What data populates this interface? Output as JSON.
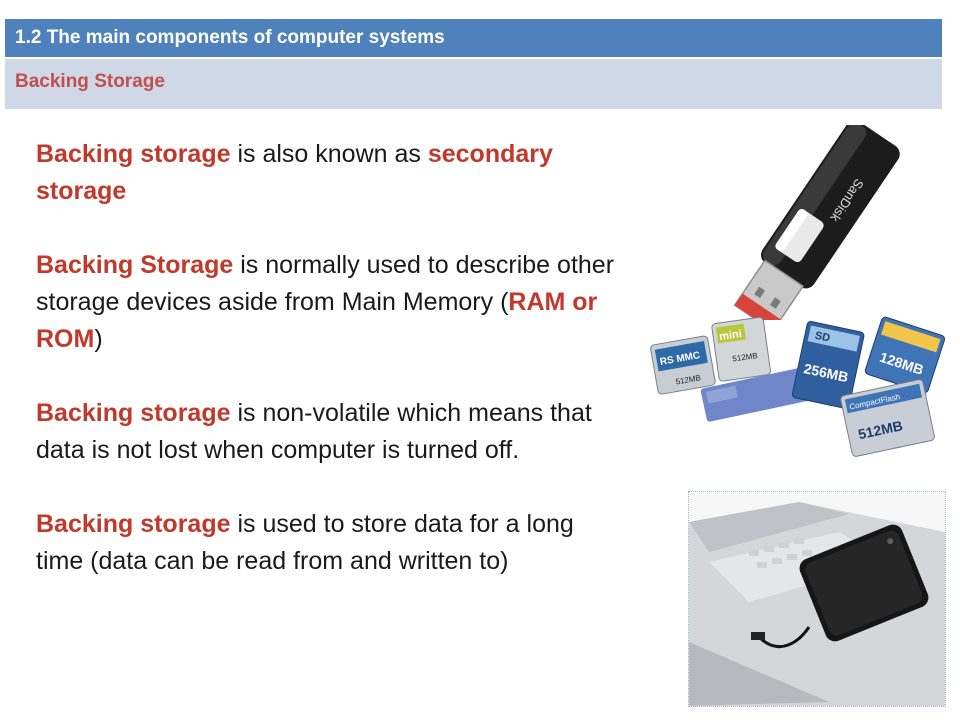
{
  "header": {
    "title": "1.2 The main components of computer systems",
    "subtitle": "Backing Storage"
  },
  "paragraphs": [
    [
      {
        "text": "Backing storage",
        "hl": true
      },
      {
        "text": " is also known as ",
        "hl": false
      },
      {
        "text": "secondary storage",
        "hl": true
      }
    ],
    [
      {
        "text": "Backing Storage",
        "hl": true
      },
      {
        "text": " is normally used to describe other storage devices aside from Main Memory (",
        "hl": false
      },
      {
        "text": "RAM or ROM",
        "hl": true
      },
      {
        "text": ")",
        "hl": false
      }
    ],
    [
      {
        "text": "Backing storage",
        "hl": true
      },
      {
        "text": " is non-volatile which means that data is not lost when computer is turned off.",
        "hl": false
      }
    ],
    [
      {
        "text": "Backing storage",
        "hl": true
      },
      {
        "text": " is used to store data for a long time (data can be read from and written to)",
        "hl": false
      }
    ]
  ],
  "images": {
    "usb_brand": "SanDisk",
    "cards": [
      {
        "label": "RS MMC",
        "capacity": "512MB"
      },
      {
        "label": "mini",
        "capacity": "512MB"
      },
      {
        "label": "SD",
        "capacity": "256MB"
      },
      {
        "label": "",
        "capacity": "128MB"
      },
      {
        "label": "CompactFlash",
        "capacity": "512MB"
      }
    ]
  },
  "colors": {
    "header_bg": "#4f81bd",
    "subheader_bg": "#d0d8e8",
    "highlight": "#c0392b"
  }
}
